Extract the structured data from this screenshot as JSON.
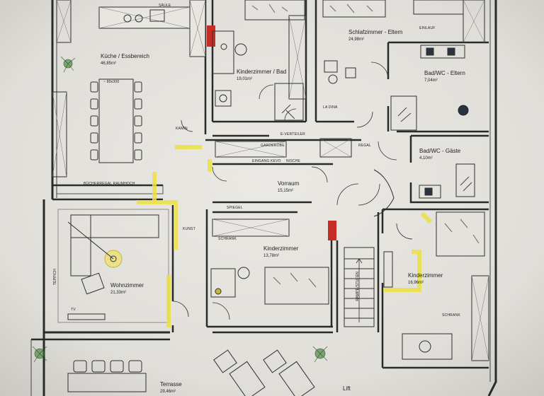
{
  "rooms": {
    "kueche": {
      "name": "Küche / Essbereich",
      "area": "46,85m²"
    },
    "kinder_bad": {
      "name": "Kinderzimmer / Bad",
      "area": "19,01m²"
    },
    "schlaf_eltern": {
      "name": "Schlafzimmer - Eltern",
      "area": "24,98m²"
    },
    "bad_eltern": {
      "name": "Bad/WC - Eltern",
      "area": "7,04m²"
    },
    "bad_gaeste": {
      "name": "Bad/WC - Gäste",
      "area": "4,10m²"
    },
    "vorraum": {
      "name": "Vorraum",
      "area": "15,15m²"
    },
    "kinder_mitte": {
      "name": "Kinderzimmer",
      "area": "13,78m²"
    },
    "kinder_rechts": {
      "name": "Kinderzimmer",
      "area": "16,96m²"
    },
    "wohn": {
      "name": "Wohnzimmer",
      "area": "21,33m²"
    },
    "terrasse": {
      "name": "Terrasse",
      "area": "29,46m²"
    },
    "lift": {
      "name": "Lift"
    }
  },
  "labels": {
    "saeule": "SÄULE",
    "kamin": "KAMIN",
    "buecherregal": "BÜCHERREGAL RAUMHOCH",
    "garderobe": "GARDEROBE",
    "eingang": "EINGANG KEVO",
    "nische": "NISCHE",
    "e_verteiler": "E-VERTEILER",
    "regal": "REGAL",
    "spiegel": "SPIEGEL",
    "kunst": "KUNST",
    "schrank": "SCHRANK",
    "tv": "TV",
    "teppich": "TEPPICH",
    "la_dina": "LA DINA",
    "tisch": "~ 80x300",
    "einlauf": "EINLAUF",
    "schrank_vert": "SCHRANK",
    "rampe": "RAMPE/STUFEN"
  }
}
